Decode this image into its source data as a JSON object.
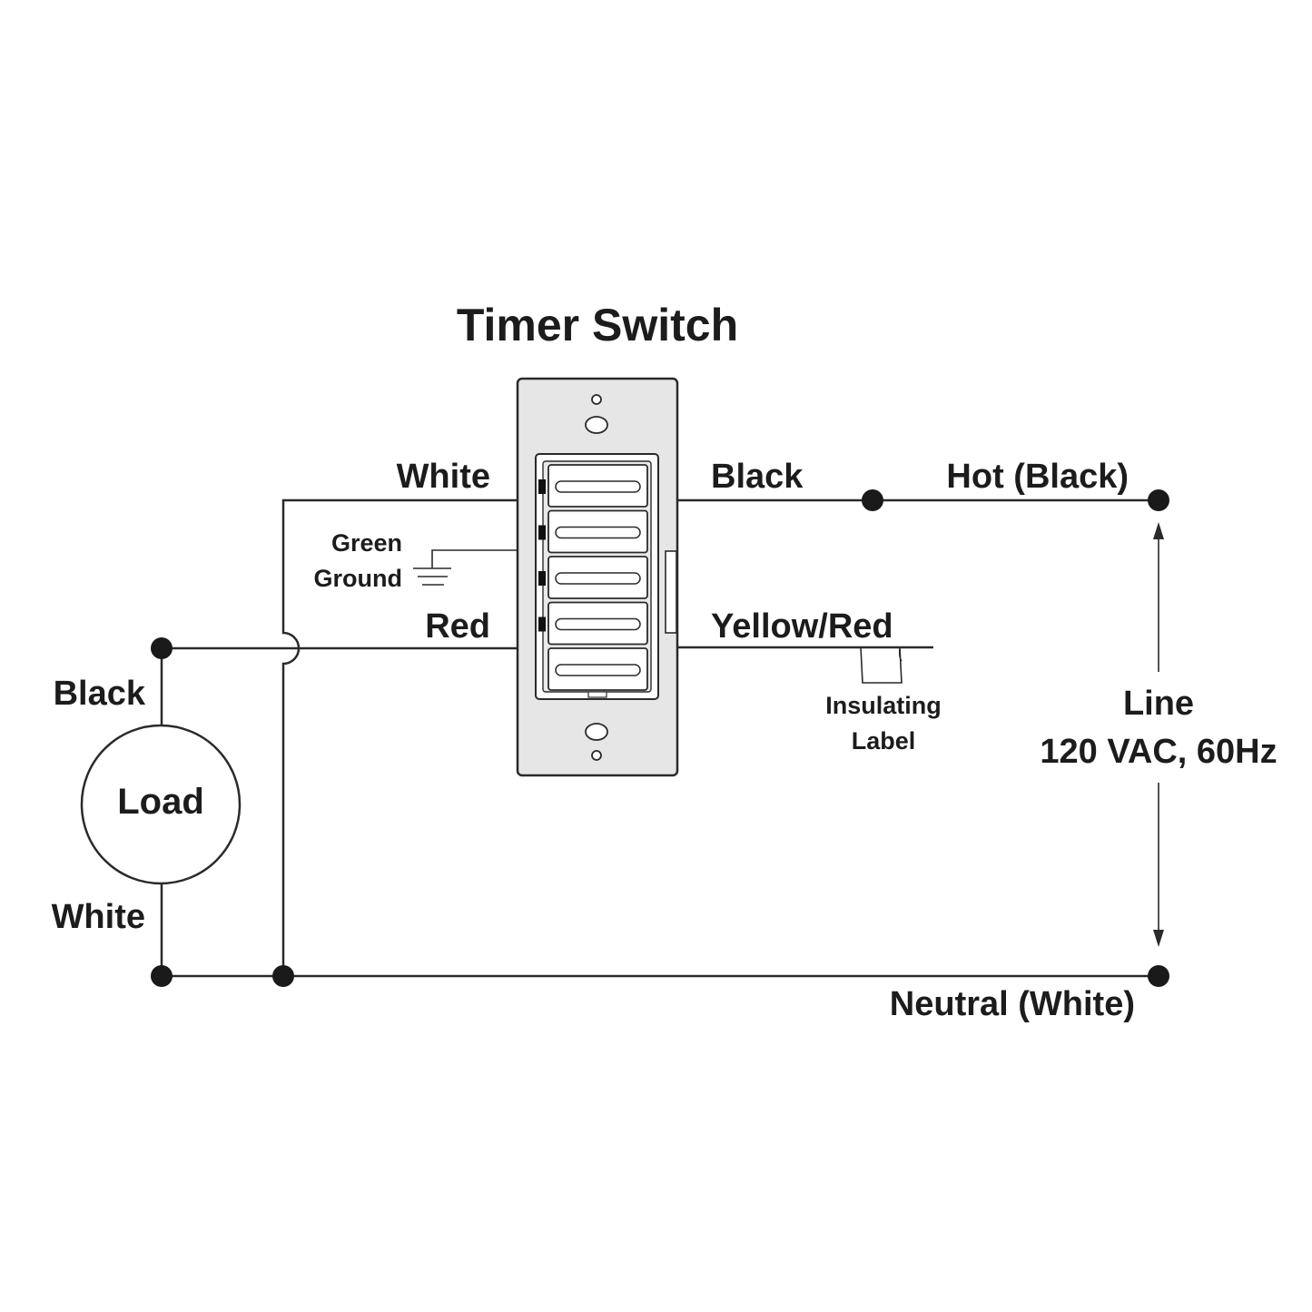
{
  "title": "Timer Switch",
  "switch": {
    "name": "Timer Switch",
    "button_count": 5,
    "indicator_count": 4,
    "plate_color": "#e6e6e6"
  },
  "left_leads": {
    "white": "White",
    "green_ground_line1": "Green",
    "green_ground_line2": "Ground",
    "red": "Red"
  },
  "right_leads": {
    "black": "Black",
    "yellow_red": "Yellow/Red",
    "insulating_label_line1": "Insulating",
    "insulating_label_line2": "Label"
  },
  "line": {
    "hot": "Hot (Black)",
    "neutral": "Neutral (White)",
    "label_line1": "Line",
    "label_line2": "120 VAC, 60Hz"
  },
  "load": {
    "label": "Load",
    "top_wire": "Black",
    "bottom_wire": "White"
  },
  "colors": {
    "ink": "#1c1c1c",
    "background": "#ffffff",
    "plate": "#e6e6e6"
  }
}
